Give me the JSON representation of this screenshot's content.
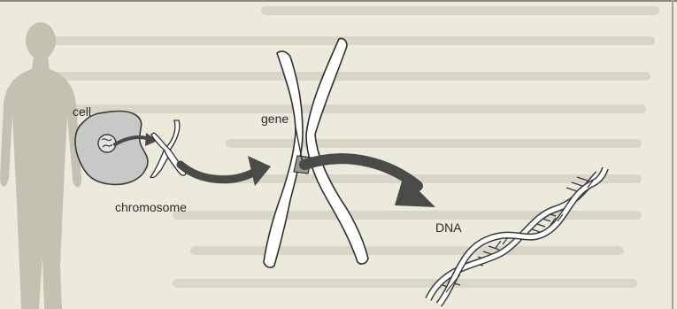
{
  "labels": {
    "cell": "cell",
    "chromosome": "chromosome",
    "gene": "gene",
    "dna": "DNA"
  },
  "colors": {
    "background": "#eceadd",
    "silhouette": "#c4c1b3",
    "cell_fill": "#c8c8c6",
    "arrow": "#4a4a48",
    "outline": "#3a3a3a",
    "gene_band": "#9a9a98"
  }
}
